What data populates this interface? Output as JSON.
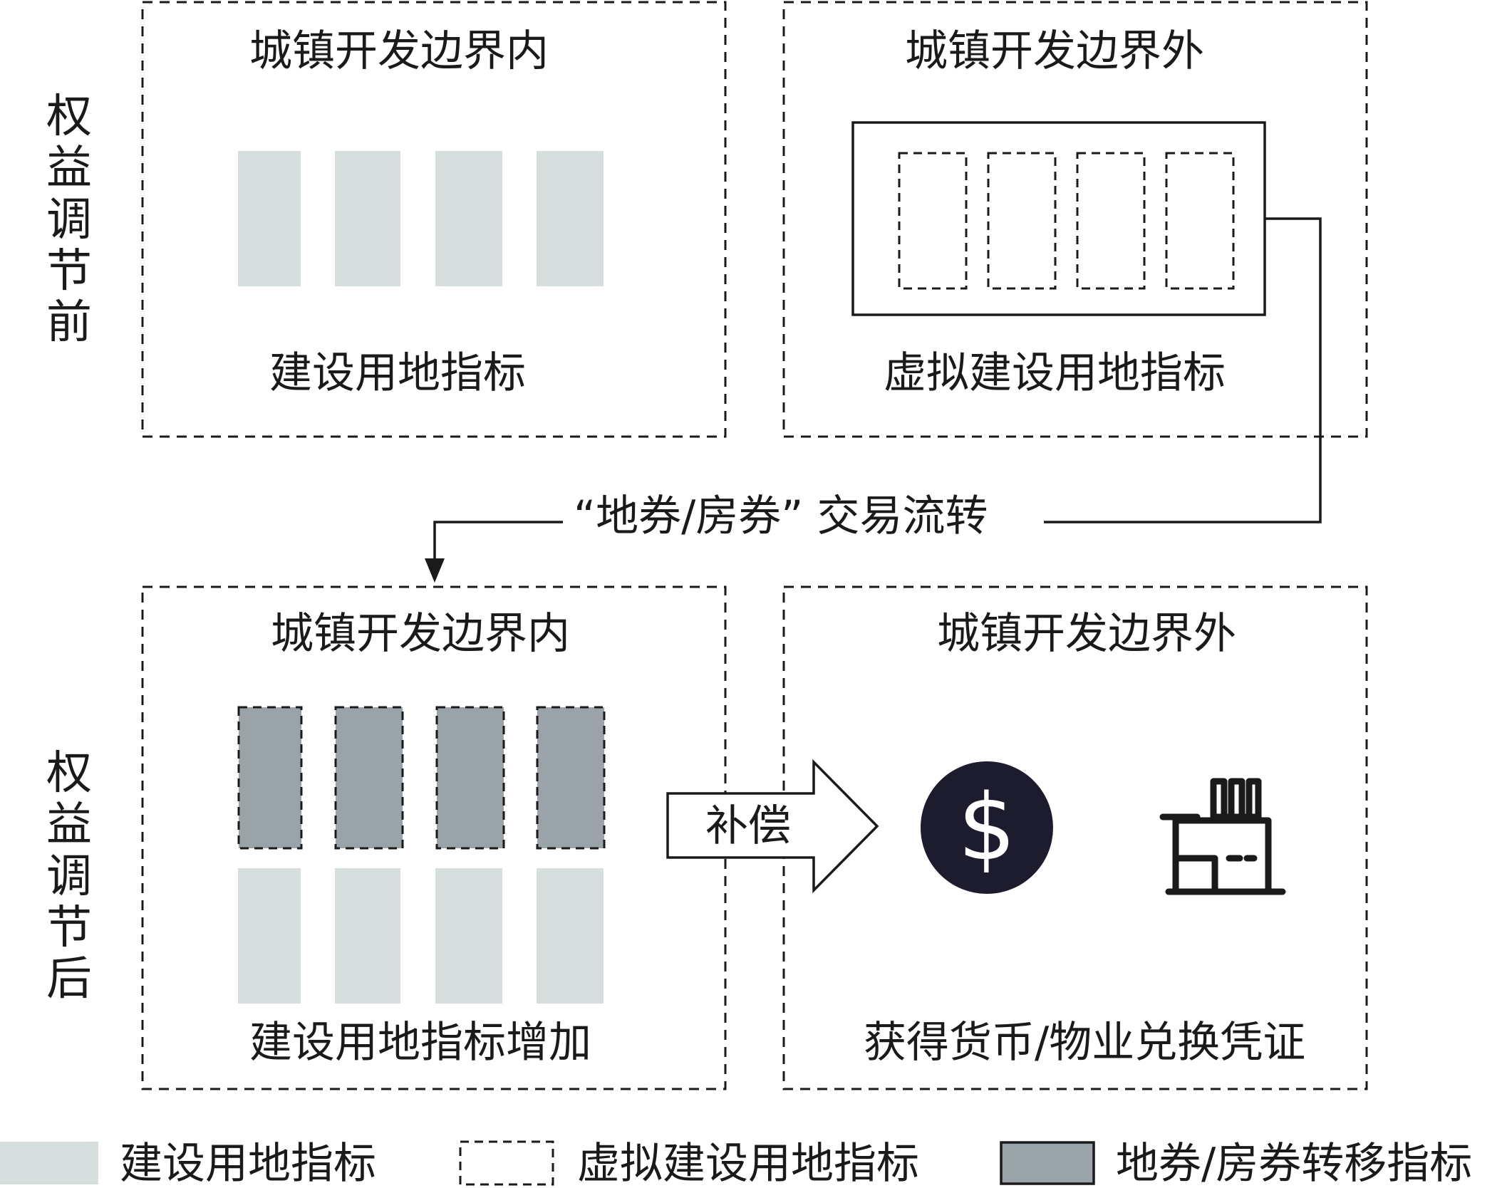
{
  "colors": {
    "light_block": "#d7dede",
    "dark_block": "#9aa4a8",
    "line": "#1a1a1a",
    "coin": "#1c1c2e",
    "white": "#ffffff"
  },
  "side_labels": {
    "before": "权益调节前",
    "after": "权益调节后"
  },
  "top_left": {
    "title": "城镇开发边界内",
    "caption": "建设用地指标"
  },
  "top_right": {
    "title": "城镇开发边界外",
    "caption": "虚拟建设用地指标"
  },
  "transfer_label": "“地券/房券” 交易流转",
  "bottom_left": {
    "title": "城镇开发边界内",
    "caption": "建设用地指标增加"
  },
  "compensation_label": "补偿",
  "bottom_right": {
    "title": "城镇开发边界外",
    "caption": "获得货币/物业兑换凭证",
    "icons": [
      "dollar-coin-icon",
      "factory-icon"
    ]
  },
  "legend": [
    {
      "swatch": "solid-light",
      "label": "建设用地指标"
    },
    {
      "swatch": "dashed",
      "label": "虚拟建设用地指标"
    },
    {
      "swatch": "solid-dark",
      "label": "地券/房券转移指标"
    }
  ]
}
